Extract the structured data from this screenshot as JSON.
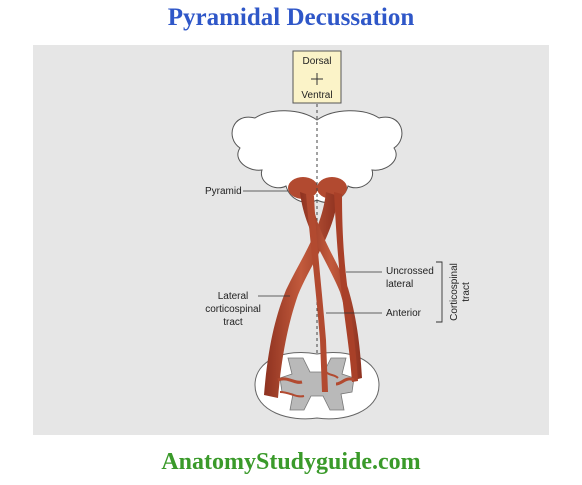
{
  "title": "Pyramidal Decussation",
  "orientation": {
    "dorsal": "Dorsal",
    "ventral": "Ventral"
  },
  "labels": {
    "pyramid": "Pyramid",
    "lateral_line1": "Lateral",
    "lateral_line2": "corticospinal",
    "lateral_line3": "tract",
    "uncrossed_line1": "Uncrossed",
    "uncrossed_line2": "lateral",
    "anterior": "Anterior",
    "bracket_line1": "Corticospinal",
    "bracket_line2": "tract"
  },
  "footer": "AnatomyStudyguide.com",
  "colors": {
    "title": "#2f57c8",
    "footer": "#3a9a2a",
    "tract": "#b24a30",
    "panel": "#e6e6e6",
    "grey_matter": "#b9b9b9"
  }
}
